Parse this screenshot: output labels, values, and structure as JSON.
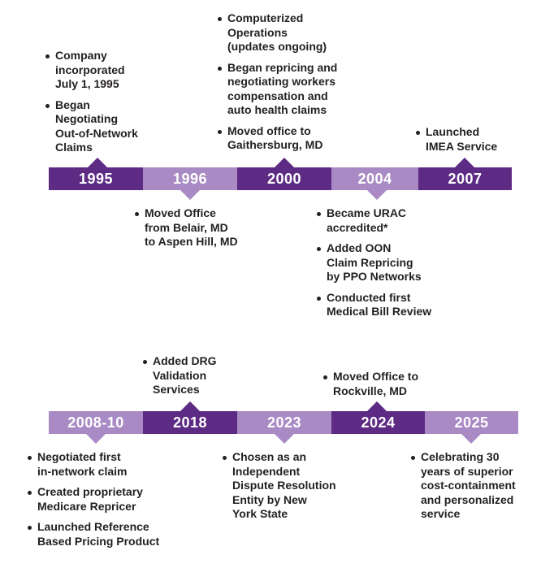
{
  "timeline1": {
    "years": [
      "1995",
      "1996",
      "2000",
      "2004",
      "2007"
    ],
    "e1995": [
      "Company\nincorporated\nJuly 1, 1995",
      "Began\nNegotiating\nOut-of-Network\nClaims"
    ],
    "e1996": [
      "Moved Office\nfrom Belair, MD\nto Aspen Hill, MD"
    ],
    "e2000": [
      "Computerized\nOperations\n(updates ongoing)",
      "Began repricing and\nnegotiating workers\ncompensation and\nauto health claims",
      "Moved office to\nGaithersburg, MD"
    ],
    "e2004": [
      "Became URAC\naccredited*",
      "Added OON\nClaim Repricing\nby PPO Networks",
      "Conducted first\nMedical Bill Review"
    ],
    "e2007": [
      "Launched\nIMEA Service"
    ]
  },
  "timeline2": {
    "years": [
      "2008-10",
      "2018",
      "2023",
      "2024",
      "2025"
    ],
    "e2008": [
      "Negotiated first\nin-network claim",
      "Created proprietary\nMedicare Repricer",
      "Launched Reference\nBased Pricing Product"
    ],
    "e2018": [
      "Added DRG\nValidation\nServices"
    ],
    "e2023": [
      "Chosen as an\nIndependent\nDispute Resolution\nEntity by New\nYork State"
    ],
    "e2024": [
      "Moved Office to\nRockville, MD"
    ],
    "e2025": [
      "Celebrating 30\nyears of superior\ncost-containment\nand personalized\nservice"
    ]
  },
  "colors": {
    "dark": "#5d2b84",
    "light": "#a98ac4",
    "text": "#231f20"
  }
}
